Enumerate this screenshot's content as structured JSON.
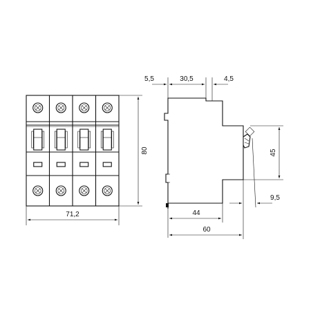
{
  "dimensions": {
    "front_width": "71,2",
    "front_height": "80",
    "side_left_offset": "5,5",
    "side_top_width": "30,5",
    "side_right_offset": "4,5",
    "side_terminal_height": "45",
    "side_front_depth": "9,5",
    "side_base_depth": "44",
    "side_total_depth": "60"
  },
  "modules": 4
}
